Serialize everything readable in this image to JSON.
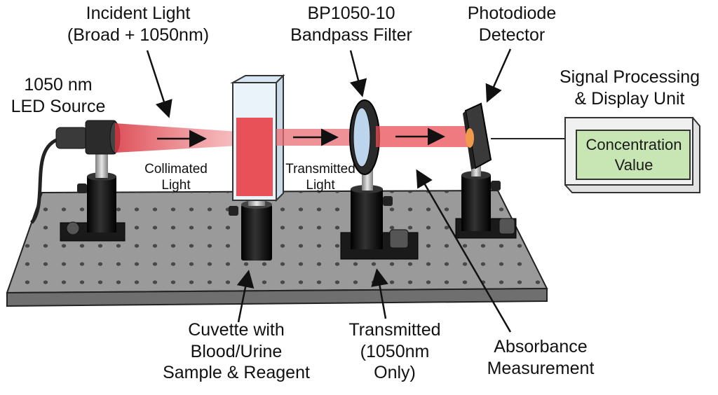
{
  "labels": {
    "incident_light": [
      "Incident Light",
      "(Broad + 1050nm)"
    ],
    "led_source": [
      "1050 nm",
      "LED Source"
    ],
    "filter": [
      "BP1050-10",
      "Bandpass Filter"
    ],
    "detector": [
      "Photodiode",
      "Detector"
    ],
    "signal_unit": [
      "Signal Processing",
      "& Display Unit"
    ],
    "collimated": [
      "Collimated",
      "Light"
    ],
    "transmitted_light": [
      "Transmitted",
      "Light"
    ],
    "cuvette": [
      "Cuvette with",
      "Blood/Urine",
      "Sample & Reagent"
    ],
    "transmitted_only": [
      "Transmitted",
      "(1050nm",
      "Only)"
    ],
    "absorbance": [
      "Absorbance",
      "Measurement"
    ],
    "display": [
      "Concentration",
      "Value"
    ]
  },
  "colors": {
    "beam": "#e0474f",
    "sample": "#e8434b",
    "screen": "#c8e6b4",
    "table": "#9a9a9a",
    "post": "#111111"
  },
  "icons": [
    "led-source-icon",
    "cuvette-icon",
    "bandpass-filter-icon",
    "photodiode-icon",
    "display-unit-icon"
  ]
}
